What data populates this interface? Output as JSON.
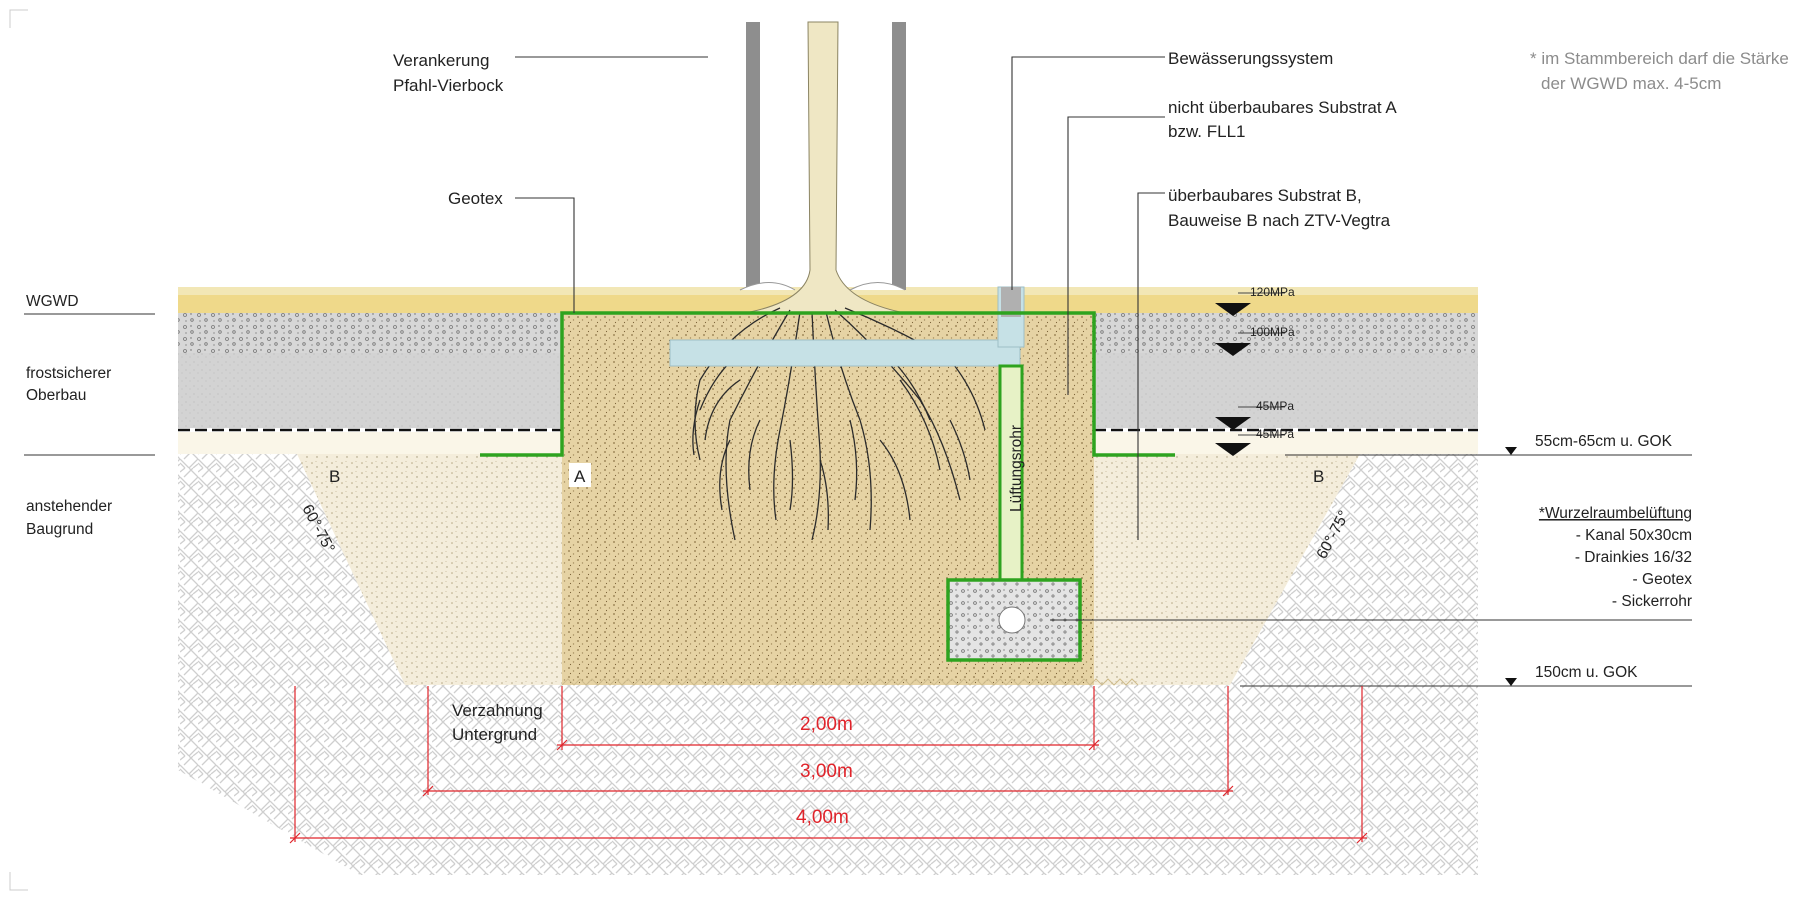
{
  "labels": {
    "anchor_line1": "Verankerung",
    "anchor_line2": "Pfahl-Vierbock",
    "geotex": "Geotex",
    "irrigation": "Bewässerungssystem",
    "substrate_a_line1": "nicht überbaubares Substrat A",
    "substrate_a_line2": "bzw. FLL1",
    "substrate_b_line1": "überbaubares Substrat B,",
    "substrate_b_line2": "Bauweise B nach ZTV-Vegtra",
    "note_line1": "* im Stammbereich darf die Stärke",
    "note_line2": "der WGWD max. 4-5cm",
    "wgwd": "WGWD",
    "frost_line1": "frostsicherer",
    "frost_line2": "Oberbau",
    "ground_line1": "anstehender",
    "ground_line2": "Baugrund",
    "zone_b_left": "B",
    "zone_a": "A",
    "zone_b_right": "B",
    "angle_left": "60°-75°",
    "angle_right": "60°-75°",
    "vent_pipe": "Lüftungsrohr",
    "depth_top": "55cm-65cm u. GOK",
    "depth_bottom": "150cm u. GOK",
    "aeration_title": "*Wurzelraumbelüftung",
    "aeration_items": [
      "- Kanal 50x30cm",
      "- Drainkies 16/32",
      "- Geotex",
      "- Sickerrohr"
    ],
    "interlock_line1": "Verzahnung",
    "interlock_line2": "Untergrund"
  },
  "mpa_marks": [
    "120MPa",
    "100MPa",
    "45MPa",
    "45MPa"
  ],
  "dimensions": [
    "2,00m",
    "3,00m",
    "4,00m"
  ],
  "colors": {
    "geotex_outline": "#2ea31f",
    "dimension_lines": "#e0242b",
    "substrate_a": "#e6d3a4",
    "substrate_b": "#f3ecd7",
    "wgwd_layer": "#efd98a",
    "frost_layer": "#d2d2d2",
    "trunk": "#efe7c4",
    "irrigation_pipe": "#c6e1e6"
  }
}
